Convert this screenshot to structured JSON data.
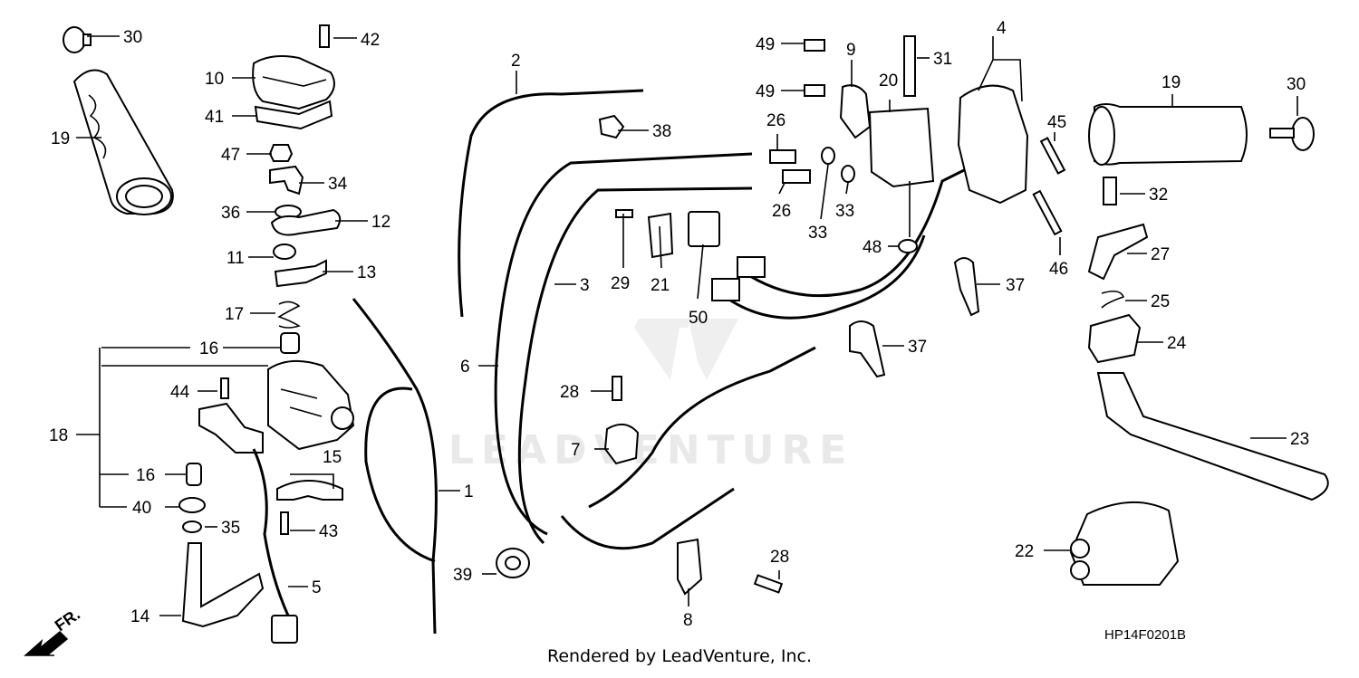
{
  "watermark": "LEADVENTURE",
  "footer_text": "Rendered by LeadVenture, Inc.",
  "diagram_code": "HP14F0201B",
  "front_indicator": "FR.",
  "callouts": {
    "c1": "1",
    "c2": "2",
    "c3": "3",
    "c4": "4",
    "c5": "5",
    "c6": "6",
    "c7": "7",
    "c8": "8",
    "c9": "9",
    "c10": "10",
    "c11": "11",
    "c12": "12",
    "c13": "13",
    "c14": "14",
    "c15": "15",
    "c16a": "16",
    "c16b": "16",
    "c17": "17",
    "c18": "18",
    "c19a": "19",
    "c19b": "19",
    "c20": "20",
    "c21": "21",
    "c22": "22",
    "c23": "23",
    "c24": "24",
    "c25": "25",
    "c26a": "26",
    "c26b": "26",
    "c27": "27",
    "c28a": "28",
    "c28b": "28",
    "c29": "29",
    "c30a": "30",
    "c30b": "30",
    "c31": "31",
    "c32": "32",
    "c33a": "33",
    "c33b": "33",
    "c34": "34",
    "c35": "35",
    "c36": "36",
    "c37a": "37",
    "c37b": "37",
    "c38": "38",
    "c39": "39",
    "c40": "40",
    "c41": "41",
    "c42": "42",
    "c43": "43",
    "c44": "44",
    "c45": "45",
    "c46": "46",
    "c47": "47",
    "c48": "48",
    "c49a": "49",
    "c49b": "49",
    "c50": "50"
  }
}
